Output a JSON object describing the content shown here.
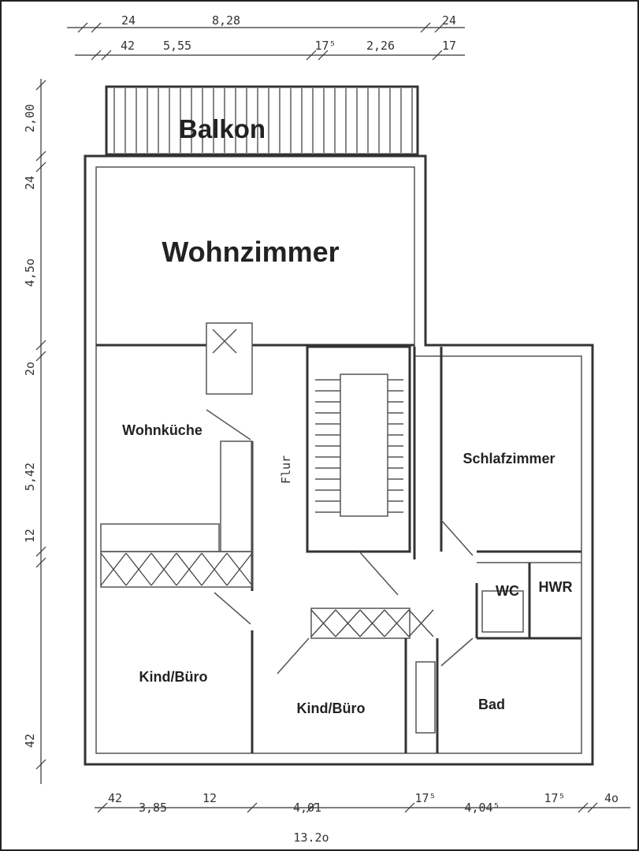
{
  "rooms": {
    "balkon": "Balkon",
    "wohnzimmer": "Wohnzimmer",
    "wohnkueche": "Wohnküche",
    "flur": "Flur",
    "schlafzimmer": "Schlafzimmer",
    "wc": "WC",
    "hwr": "HWR",
    "kind_buero_left": "Kind/Büro",
    "kind_buero_mid": "Kind/Büro",
    "bad": "Bad"
  },
  "dimensions": {
    "top": {
      "row1_a": "24",
      "row1_b": "8,28",
      "row1_c": "24",
      "row2_a": "42",
      "row2_b": "5,55",
      "row2_c": "17⁵",
      "row2_d": "2,26",
      "row2_e": "17"
    },
    "left": {
      "d1": "2,00",
      "d2": "24",
      "d3": "4,5o",
      "d4": "2o",
      "d5": "5,42",
      "d6": "12",
      "d7": "42"
    },
    "bottom": {
      "b1": "42",
      "b2": "3,85",
      "b3": "12",
      "b4": "4,01",
      "b5": "17⁵",
      "b6": "4,04⁵",
      "b7": "17⁵",
      "b8": "4o",
      "total": "13.2o"
    }
  }
}
